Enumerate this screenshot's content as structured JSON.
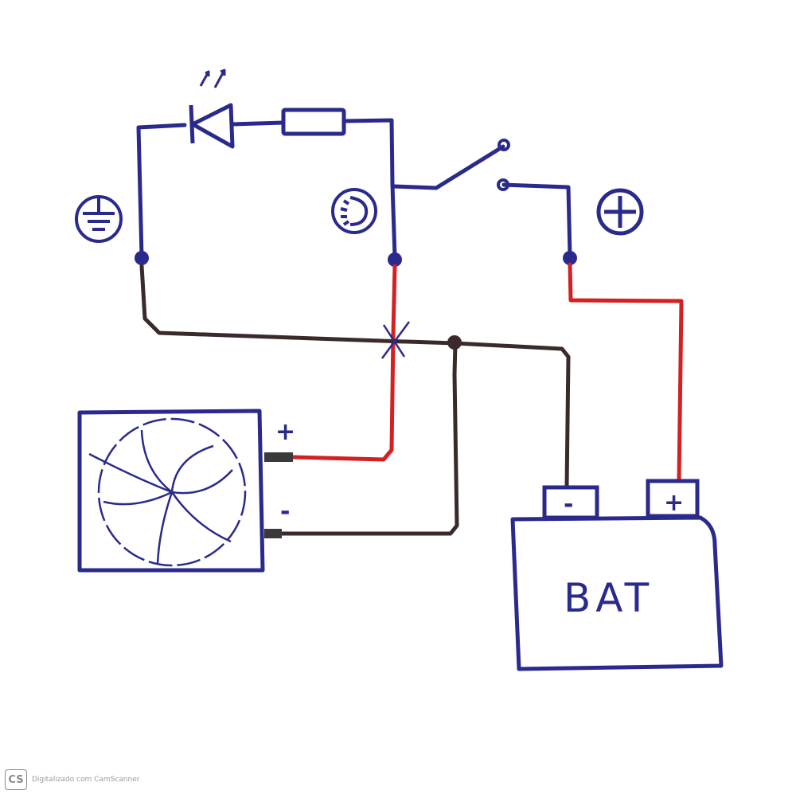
{
  "diagram": {
    "components": {
      "led": {
        "name": "LED"
      },
      "resistor": {
        "name": "resistor"
      },
      "switch": {
        "name": "switch"
      },
      "fan": {
        "name": "fan",
        "positive_sign": "+",
        "negative_sign": "-"
      },
      "battery": {
        "label": "BAT",
        "negative_sign": "-",
        "positive_sign": "+"
      },
      "ground_symbol": {
        "name": "ground-symbol"
      },
      "plus_symbol": {
        "name": "positive-symbol"
      },
      "light_symbol": {
        "name": "light-symbol"
      }
    },
    "colors": {
      "ink_blue": "#2a2a8c",
      "wire_red": "#d42020",
      "wire_dark": "#3a2a2a"
    }
  },
  "footer": {
    "logo": "CS",
    "text": "Digitalizado com CamScanner"
  }
}
